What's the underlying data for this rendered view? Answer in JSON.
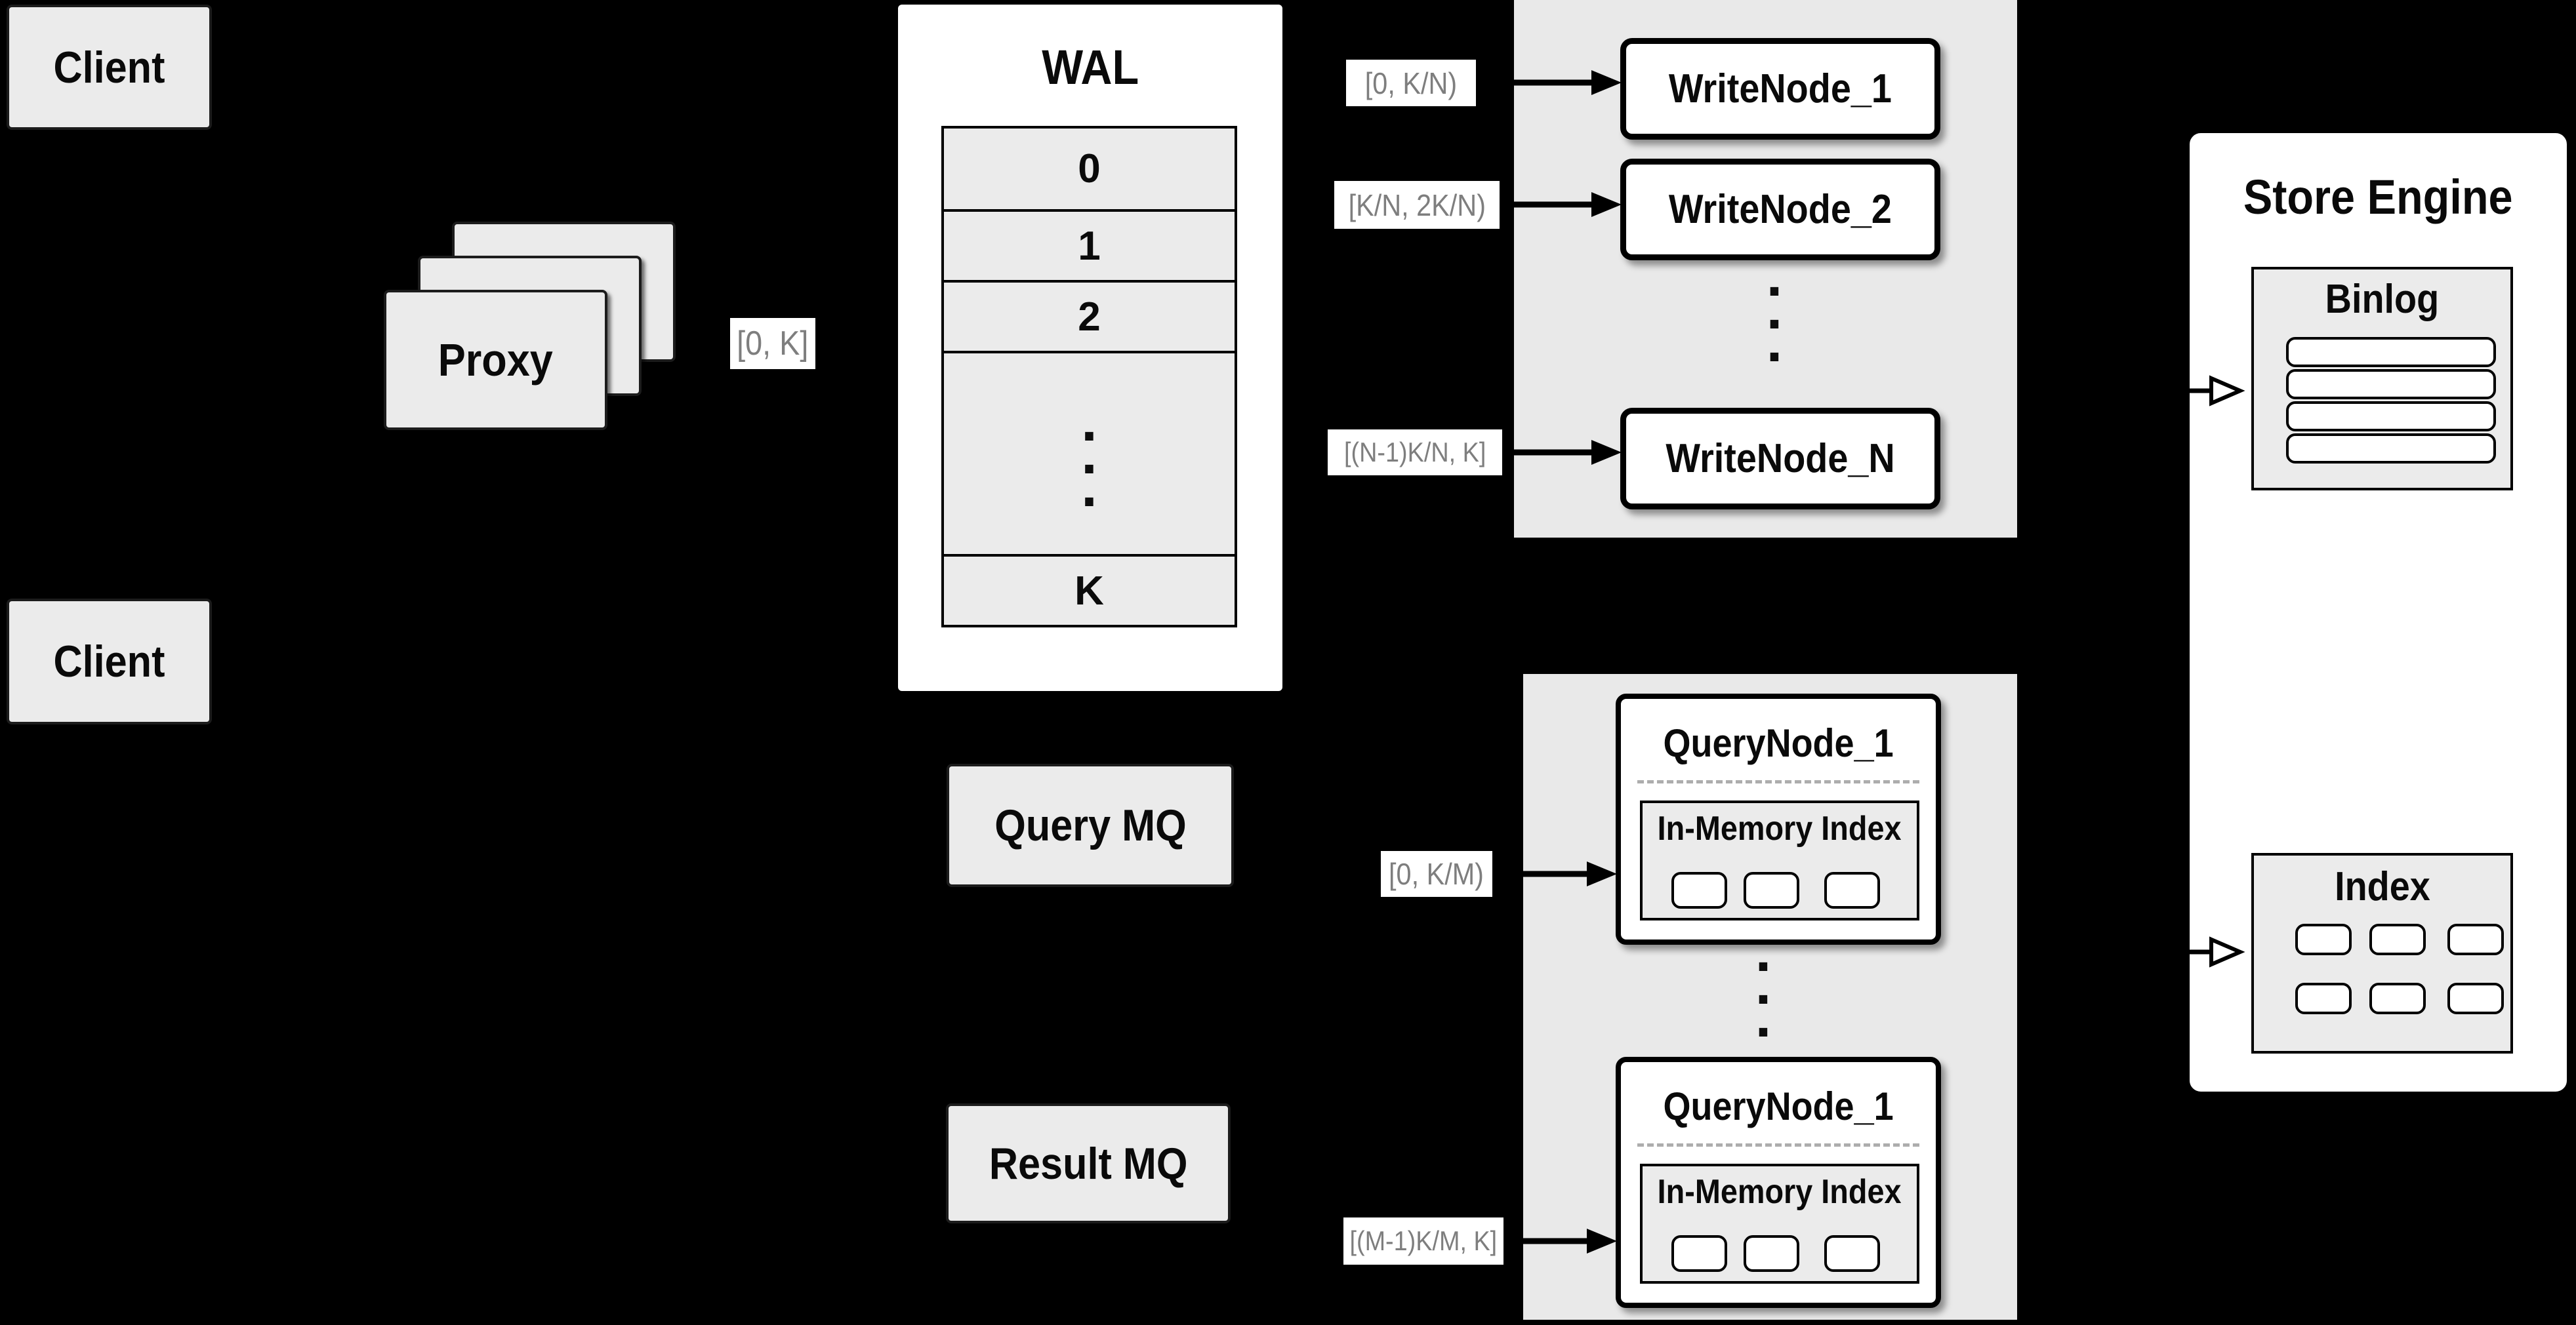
{
  "colors": {
    "background": "#000000",
    "region_gray": "#e9e9e9",
    "box_gray": "#ebebeb",
    "node_white": "#ffffff",
    "line_black": "#000000",
    "range_label_text": "#7e7e7e"
  },
  "diagram": {
    "dot": ".",
    "clients": {
      "top": "Client",
      "bottom": "Client"
    },
    "proxy": {
      "label": "Proxy"
    },
    "wal": {
      "title": "WAL",
      "rows": [
        "0",
        "1",
        "2",
        "K"
      ]
    },
    "mq": {
      "query": "Query MQ",
      "result": "Result MQ"
    },
    "ranges": {
      "proxy_out": "[0, K]",
      "write_1": "[0, K/N)",
      "write_2": "[K/N, 2K/N)",
      "write_n": "[(N-1)K/N, K]",
      "query_1": "[0, K/M)",
      "query_m": "[(M-1)K/M, K]"
    },
    "write_nodes": [
      "WriteNode_1",
      "WriteNode_2",
      "WriteNode_N"
    ],
    "query_nodes": [
      {
        "title": "QueryNode_1",
        "index_label": "In-Memory Index"
      },
      {
        "title": "QueryNode_1",
        "index_label": "In-Memory Index"
      }
    ],
    "store": {
      "title": "Store Engine",
      "binlog_title": "Binlog",
      "index_title": "Index"
    }
  }
}
